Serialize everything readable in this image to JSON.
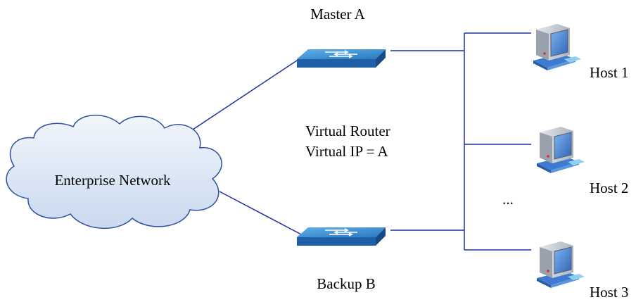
{
  "labels": {
    "cloud": "Enterprise Network",
    "master": "Master A",
    "backup": "Backup B",
    "virtual_router_line1": "Virtual Router",
    "virtual_router_line2": "Virtual IP = A",
    "ellipsis": "...",
    "host1": "Host 1",
    "host2": "Host 2",
    "host3": "Host 3"
  },
  "colors": {
    "link": "#1f2fa8",
    "cloud_fill": "#dde8f6",
    "cloud_stroke": "#2f4fa0",
    "switch_top": "#2f86c8",
    "switch_side": "#1a5a9c",
    "pc_body": "#c9ced6",
    "pc_screen": "#3f7fd0",
    "pc_base": "#3d7bd0"
  },
  "icons": [
    "cloud-icon",
    "switch-icon",
    "desktop-computer-icon"
  ]
}
